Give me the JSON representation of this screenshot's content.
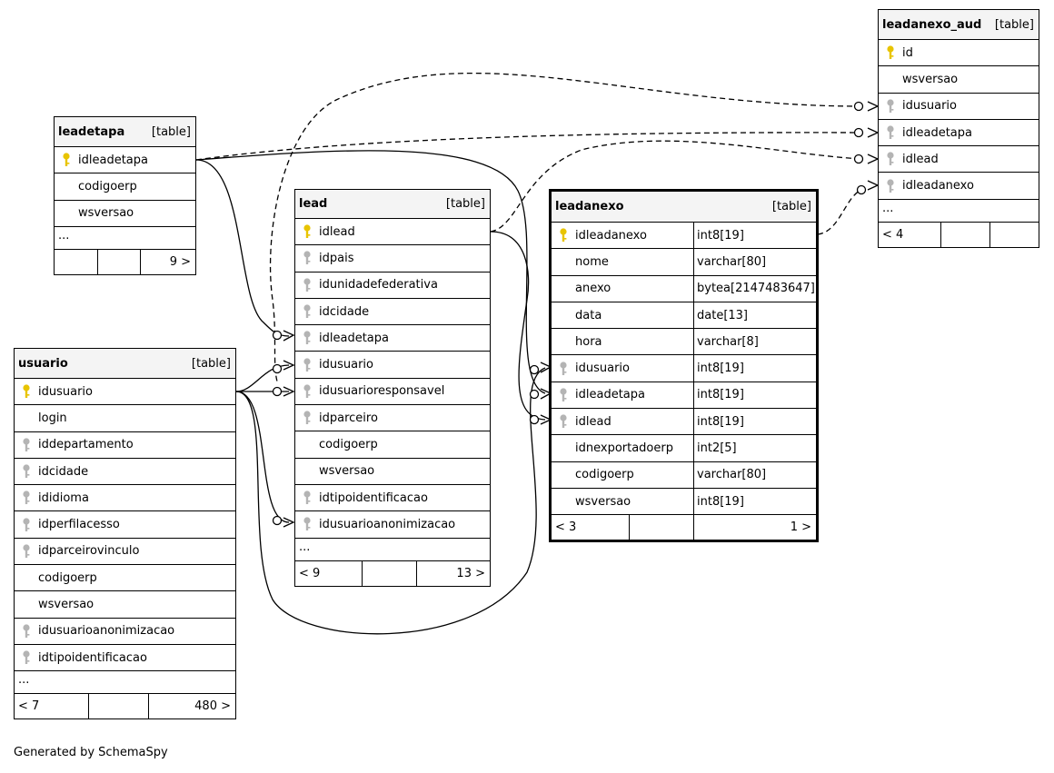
{
  "tables": {
    "leadetapa": {
      "name": "leadetapa",
      "type": "[table]",
      "columns": [
        {
          "name": "idleadetapa",
          "key": "primary"
        },
        {
          "name": "codigoerp",
          "key": "none"
        },
        {
          "name": "wsversao",
          "key": "none"
        }
      ],
      "more": "...",
      "footer": {
        "left": "",
        "mid": "",
        "right": "9 >"
      }
    },
    "lead": {
      "name": "lead",
      "type": "[table]",
      "columns": [
        {
          "name": "idlead",
          "key": "primary"
        },
        {
          "name": "idpais",
          "key": "foreign"
        },
        {
          "name": "idunidadefederativa",
          "key": "foreign"
        },
        {
          "name": "idcidade",
          "key": "foreign"
        },
        {
          "name": "idleadetapa",
          "key": "foreign"
        },
        {
          "name": "idusuario",
          "key": "foreign"
        },
        {
          "name": "idusuarioresponsavel",
          "key": "foreign"
        },
        {
          "name": "idparceiro",
          "key": "foreign"
        },
        {
          "name": "codigoerp",
          "key": "none"
        },
        {
          "name": "wsversao",
          "key": "none"
        },
        {
          "name": "idtipoidentificacao",
          "key": "foreign"
        },
        {
          "name": "idusuarioanonimizacao",
          "key": "foreign"
        }
      ],
      "more": "...",
      "footer": {
        "left": "< 9",
        "mid": "",
        "right": "13 >"
      }
    },
    "usuario": {
      "name": "usuario",
      "type": "[table]",
      "columns": [
        {
          "name": "idusuario",
          "key": "primary"
        },
        {
          "name": "login",
          "key": "none"
        },
        {
          "name": "iddepartamento",
          "key": "foreign"
        },
        {
          "name": "idcidade",
          "key": "foreign"
        },
        {
          "name": "ididioma",
          "key": "foreign"
        },
        {
          "name": "idperfilacesso",
          "key": "foreign"
        },
        {
          "name": "idparceirovinculo",
          "key": "foreign"
        },
        {
          "name": "codigoerp",
          "key": "none"
        },
        {
          "name": "wsversao",
          "key": "none"
        },
        {
          "name": "idusuarioanonimizacao",
          "key": "foreign"
        },
        {
          "name": "idtipoidentificacao",
          "key": "foreign"
        }
      ],
      "more": "...",
      "footer": {
        "left": "< 7",
        "mid": "",
        "right": "480 >"
      }
    },
    "leadanexo": {
      "name": "leadanexo",
      "type": "[table]",
      "columns": [
        {
          "name": "idleadanexo",
          "key": "primary",
          "dtype": "int8[19]"
        },
        {
          "name": "nome",
          "key": "none",
          "dtype": "varchar[80]"
        },
        {
          "name": "anexo",
          "key": "none",
          "dtype": "bytea[2147483647]"
        },
        {
          "name": "data",
          "key": "none",
          "dtype": "date[13]"
        },
        {
          "name": "hora",
          "key": "none",
          "dtype": "varchar[8]"
        },
        {
          "name": "idusuario",
          "key": "foreign",
          "dtype": "int8[19]"
        },
        {
          "name": "idleadetapa",
          "key": "foreign",
          "dtype": "int8[19]"
        },
        {
          "name": "idlead",
          "key": "foreign",
          "dtype": "int8[19]"
        },
        {
          "name": "idnexportadoerp",
          "key": "none",
          "dtype": "int2[5]"
        },
        {
          "name": "codigoerp",
          "key": "none",
          "dtype": "varchar[80]"
        },
        {
          "name": "wsversao",
          "key": "none",
          "dtype": "int8[19]"
        }
      ],
      "footer": {
        "left": "< 3",
        "mid": "",
        "right": "1 >"
      }
    },
    "leadanexo_aud": {
      "name": "leadanexo_aud",
      "type": "[table]",
      "columns": [
        {
          "name": "id",
          "key": "primary"
        },
        {
          "name": "wsversao",
          "key": "none"
        },
        {
          "name": "idusuario",
          "key": "foreign"
        },
        {
          "name": "idleadetapa",
          "key": "foreign"
        },
        {
          "name": "idlead",
          "key": "foreign"
        },
        {
          "name": "idleadanexo",
          "key": "foreign"
        }
      ],
      "more": "...",
      "footer": {
        "left": "< 4",
        "mid": "",
        "right": ""
      }
    }
  },
  "relationships": [
    {
      "from": "lead.idleadetapa",
      "to": "leadetapa.idleadetapa",
      "style": "solid"
    },
    {
      "from": "lead.idusuario",
      "to": "usuario.idusuario",
      "style": "solid"
    },
    {
      "from": "lead.idusuarioresponsavel",
      "to": "usuario.idusuario",
      "style": "solid"
    },
    {
      "from": "lead.idusuarioanonimizacao",
      "to": "usuario.idusuario",
      "style": "solid"
    },
    {
      "from": "leadanexo.idusuario",
      "to": "usuario.idusuario",
      "style": "solid"
    },
    {
      "from": "leadanexo.idleadetapa",
      "to": "leadetapa.idleadetapa",
      "style": "solid"
    },
    {
      "from": "leadanexo.idlead",
      "to": "lead.idlead",
      "style": "solid"
    },
    {
      "from": "leadanexo_aud.idusuario",
      "to": "usuario.idusuario",
      "style": "dashed"
    },
    {
      "from": "leadanexo_aud.idleadetapa",
      "to": "leadetapa.idleadetapa",
      "style": "dashed"
    },
    {
      "from": "leadanexo_aud.idlead",
      "to": "lead.idlead",
      "style": "dashed"
    },
    {
      "from": "leadanexo_aud.idleadanexo",
      "to": "leadanexo.idleadanexo",
      "style": "dashed"
    }
  ],
  "footer_text": "Generated by SchemaSpy",
  "colors": {
    "primary_key": "#e8c400",
    "foreign_key": "#b4b4b4",
    "header_bg": "#f4f4f4"
  }
}
